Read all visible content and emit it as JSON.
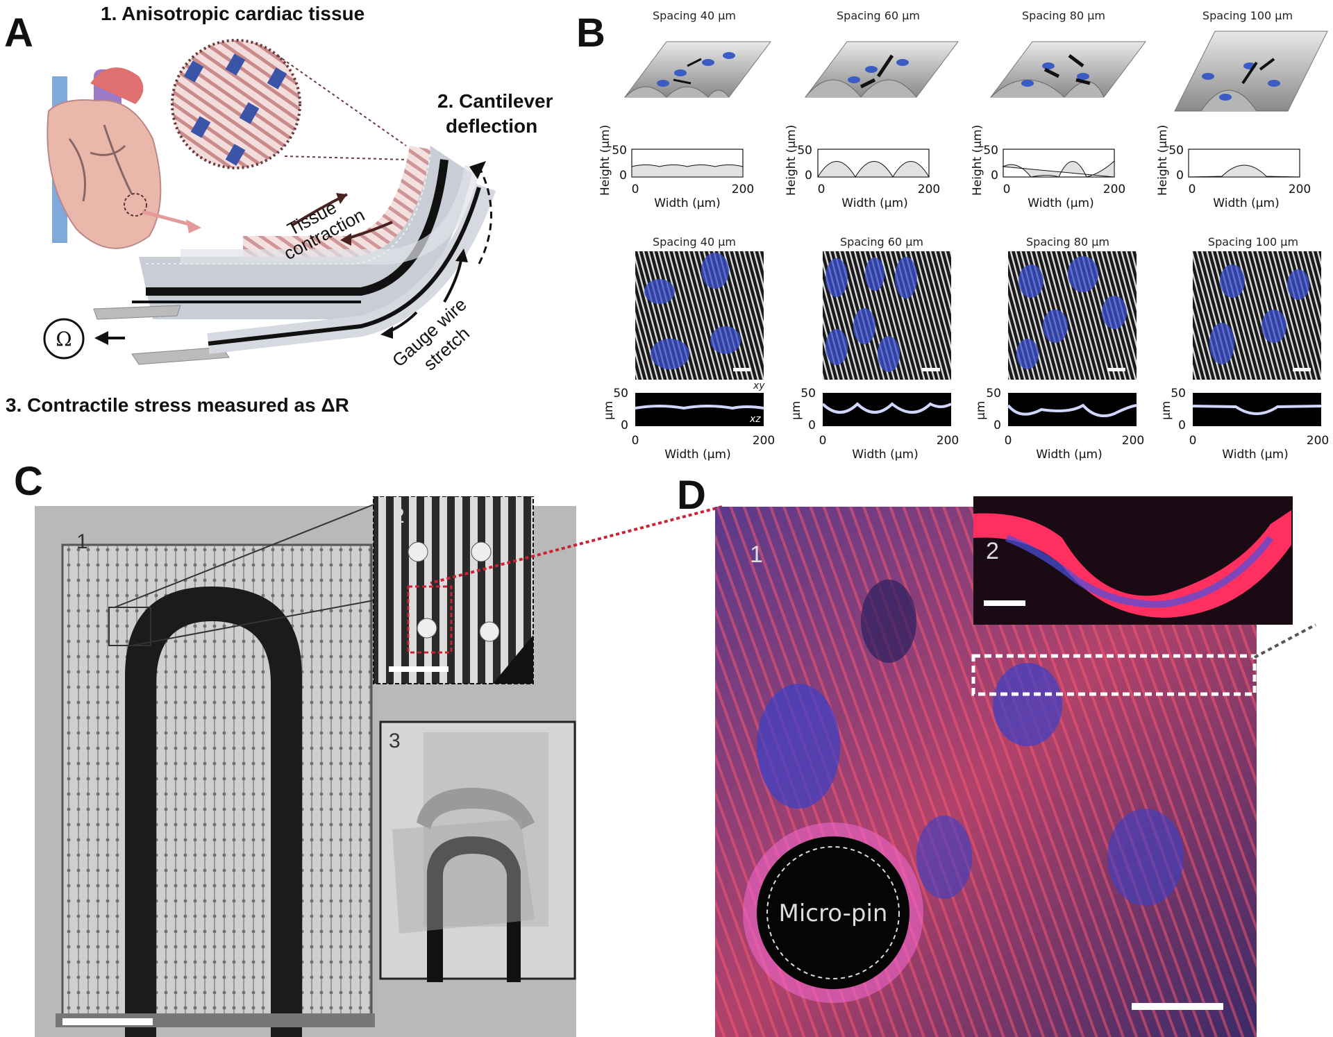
{
  "panels": {
    "a": "A",
    "b": "B",
    "c": "C",
    "d": "D"
  },
  "panel_a": {
    "step1": "1. Anisotropic cardiac tissue",
    "step2_line1": "2. Cantilever",
    "step2_line2": "deflection",
    "step3": "3.  Contractile stress measured as ΔR",
    "tissue_line1": "Tissue",
    "tissue_line2": "contraction",
    "gauge_line1": "Gauge wire",
    "gauge_line2": "stretch",
    "ohm": "Ω"
  },
  "panel_b": {
    "spacings": [
      "Spacing 40 μm",
      "Spacing 60 μm",
      "Spacing 80 μm",
      "Spacing 100 μm"
    ],
    "height_label": "Height (μm)",
    "um_label": "μm",
    "width_label": "Width (μm)",
    "tick_y_top": "50",
    "tick_zero": "0",
    "tick_x_max": "200",
    "xy": "xy",
    "xz": "xz"
  },
  "panel_c": {
    "inset1": "1",
    "inset2": "2",
    "inset3": "3"
  },
  "panel_d": {
    "inset1": "1",
    "inset2": "2",
    "micropin": "Micro-pin"
  }
}
